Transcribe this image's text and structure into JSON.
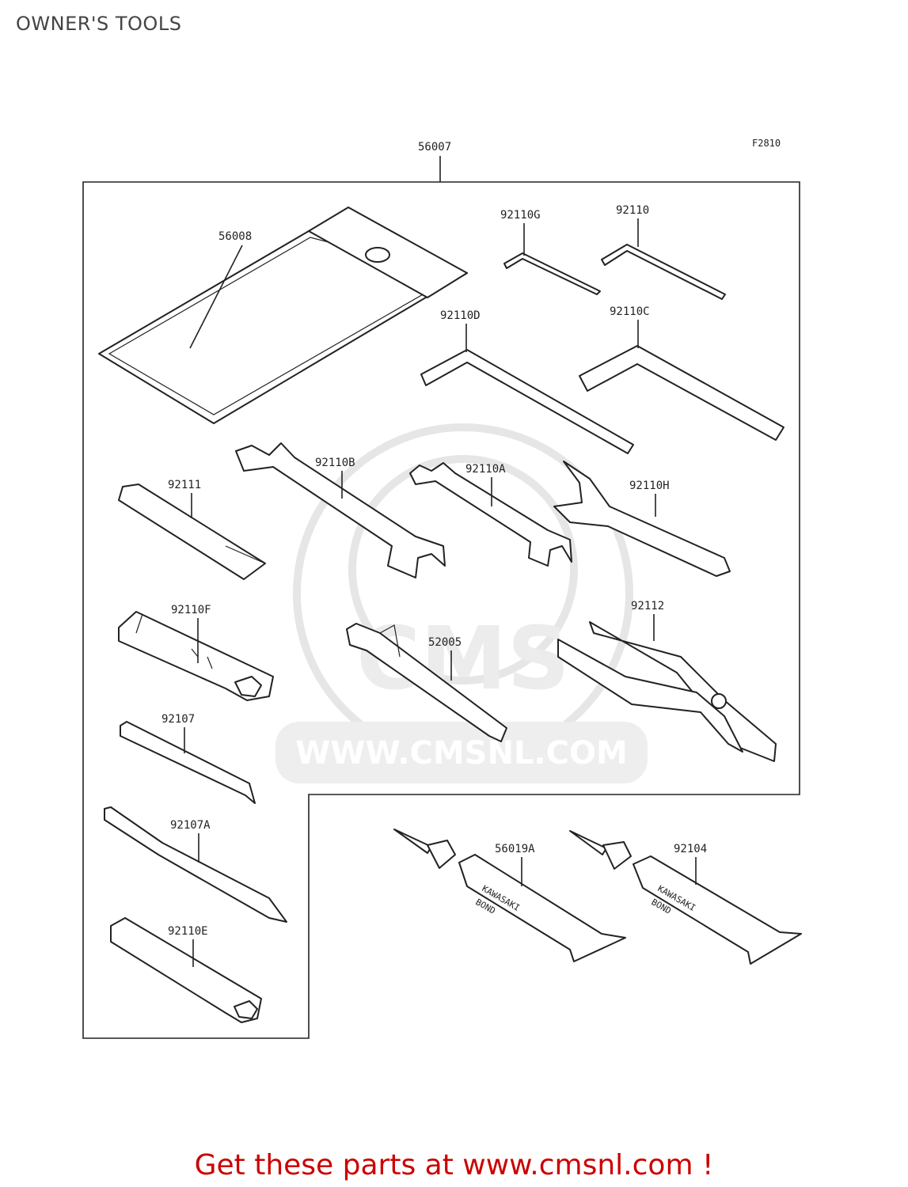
{
  "page": {
    "title": "OWNER'S TOOLS"
  },
  "diagram": {
    "figure_code": "F2810",
    "kit_part": "56007",
    "parts": [
      {
        "number": "56008"
      },
      {
        "number": "92110G"
      },
      {
        "number": "92110"
      },
      {
        "number": "92110D"
      },
      {
        "number": "92110C"
      },
      {
        "number": "92111"
      },
      {
        "number": "92110B"
      },
      {
        "number": "92110A"
      },
      {
        "number": "92110H"
      },
      {
        "number": "92110F"
      },
      {
        "number": "52005"
      },
      {
        "number": "92112"
      },
      {
        "number": "92107"
      },
      {
        "number": "92107A"
      },
      {
        "number": "92110E"
      },
      {
        "number": "56019A"
      },
      {
        "number": "92104"
      }
    ],
    "bond_text": [
      "KAWASAKI",
      "BOND"
    ],
    "watermark": {
      "logo": "CMS",
      "url": "WWW.CMSNL.COM"
    }
  },
  "footer": {
    "prefix": "Get these parts at ",
    "link": "www.cmsnl.com",
    "suffix": " !",
    "color": "#cc0000"
  }
}
